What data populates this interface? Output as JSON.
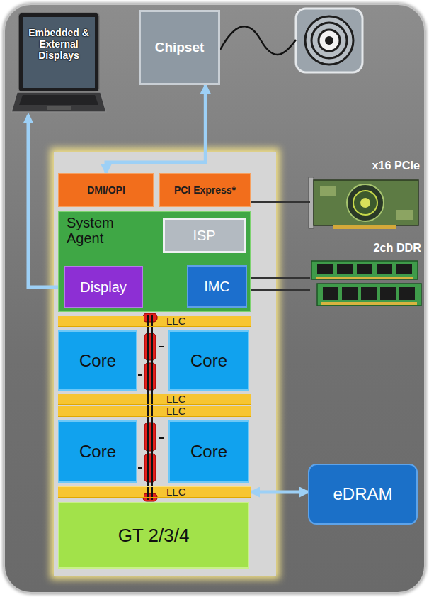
{
  "diagram": {
    "nodes": [
      {
        "text": [
          "Embedded & External Displays"
        ]
      },
      {
        "text": [
          "Chipset"
        ]
      },
      {
        "text": [
          "DMI/OPI"
        ]
      },
      {
        "text": [
          "PCI Express*"
        ]
      },
      {
        "text": [
          "x16 PCIe"
        ]
      },
      {
        "text": [
          "System Agent"
        ]
      },
      {
        "text": [
          "ISP"
        ],
        "in": 5
      },
      {
        "text": [
          "Display"
        ],
        "in": 5
      },
      {
        "text": [
          "IMC"
        ],
        "in": 5
      },
      {
        "text": [
          "2ch DDR"
        ]
      },
      {
        "text": [
          "LLC"
        ]
      },
      {
        "text": [
          "Core"
        ]
      },
      {
        "text": [
          "Core"
        ]
      },
      {
        "text": [
          "LLC"
        ]
      },
      {
        "text": [
          "LLC"
        ]
      },
      {
        "text": [
          "Core"
        ]
      },
      {
        "text": [
          "Core"
        ]
      },
      {
        "text": [
          "LLC"
        ]
      },
      {
        "text": [
          "eDRAM"
        ]
      },
      {
        "text": [
          "GT 2/3/4"
        ]
      }
    ],
    "edges": [
      {
        "from": 7,
        "to": 0,
        "arrow": "to"
      },
      {
        "from": 2,
        "to": 1,
        "arrow": "both"
      },
      {
        "from": 3,
        "to": 4,
        "arrow": "none"
      },
      {
        "from": 8,
        "to": 9,
        "arrow": "none"
      },
      {
        "from": 8,
        "to": 9,
        "arrow": "none"
      },
      {
        "from": 17,
        "to": 18,
        "arrow": "both"
      }
    ]
  }
}
